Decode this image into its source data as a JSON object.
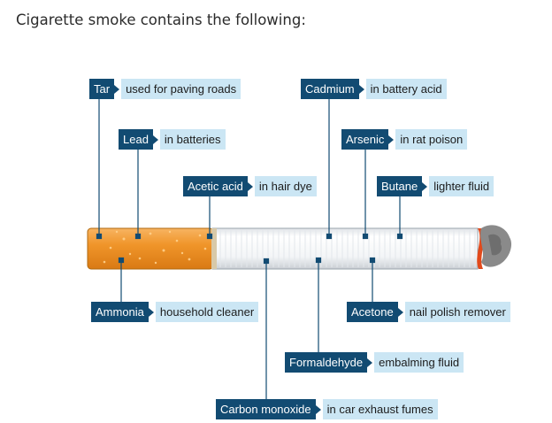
{
  "title": "Cigarette smoke contains the following:",
  "colors": {
    "label_dark": "#124b72",
    "label_light": "#cbe6f4",
    "filter": "#f0952a",
    "paper": "#f4f6f8",
    "ember": "#e24a1c",
    "ash": "#8a8a8a"
  },
  "callouts": [
    {
      "id": "tar",
      "chemical": "Tar",
      "use": "used for paving roads"
    },
    {
      "id": "lead",
      "chemical": "Lead",
      "use": "in batteries"
    },
    {
      "id": "acetic-acid",
      "chemical": "Acetic acid",
      "use": "in hair dye"
    },
    {
      "id": "cadmium",
      "chemical": "Cadmium",
      "use": "in battery acid"
    },
    {
      "id": "arsenic",
      "chemical": "Arsenic",
      "use": "in rat poison"
    },
    {
      "id": "butane",
      "chemical": "Butane",
      "use": "lighter fluid"
    },
    {
      "id": "ammonia",
      "chemical": "Ammonia",
      "use": "household cleaner"
    },
    {
      "id": "acetone",
      "chemical": "Acetone",
      "use": "nail polish remover"
    },
    {
      "id": "formaldehyde",
      "chemical": "Formaldehyde",
      "use": "embalming fluid"
    },
    {
      "id": "carbon-monoxide",
      "chemical": "Carbon monoxide",
      "use": "in car exhaust fumes"
    }
  ]
}
